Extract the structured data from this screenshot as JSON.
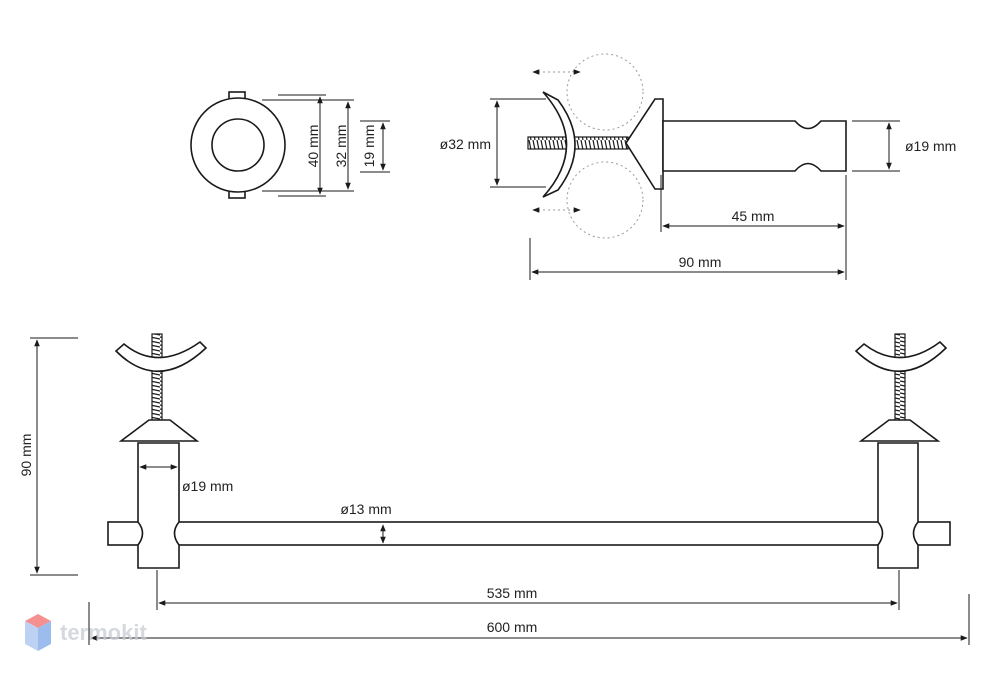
{
  "dimensions": {
    "ring_outer": "40 mm",
    "ring_mid": "32 mm",
    "ring_inner": "19 mm",
    "side_cup": "ø32 mm",
    "side_tube": "ø19 mm",
    "side_45": "45 mm",
    "side_90": "90 mm",
    "front_height": "90 mm",
    "front_post": "ø19 mm",
    "front_bar": "ø13 mm",
    "front_535": "535 mm",
    "front_600": "600 mm"
  },
  "logo": {
    "text": "termokit"
  },
  "colors": {
    "line": "#1a1a1a",
    "logo_red": "#f26b6b",
    "logo_blue": "#7aa6e8"
  }
}
